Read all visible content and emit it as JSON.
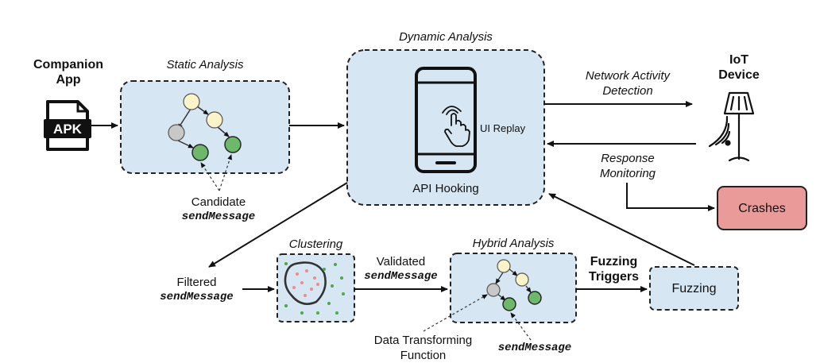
{
  "colors": {
    "box_fill": "#d6e6f2",
    "node_yellow": "#fdf3c8",
    "node_gray": "#c8c8c8",
    "node_green": "#6db86a",
    "crashes_fill": "#ea9a98",
    "dot_red": "#f08a8a",
    "dot_green": "#4fa54a"
  },
  "companion_app": {
    "title_line1": "Companion",
    "title_line2": "App",
    "file_label": "APK",
    "icon": "apk-file-icon"
  },
  "static_analysis": {
    "title": "Static Analysis"
  },
  "candidate": {
    "line1": "Candidate",
    "line2": "sendMessage"
  },
  "dynamic_analysis": {
    "title": "Dynamic Analysis",
    "ui_replay": "UI Replay",
    "api_hooking": "API Hooking",
    "icon": "smartphone-icon"
  },
  "network": {
    "line1": "Network Activity",
    "line2": "Detection"
  },
  "iot_device": {
    "line1": "IoT",
    "line2": "Device",
    "icon": "iot-lamp-icon"
  },
  "response": {
    "line1": "Response",
    "line2": "Monitoring"
  },
  "crashes": {
    "label": "Crashes"
  },
  "filtered": {
    "line1": "Filtered",
    "line2": "sendMessage"
  },
  "clustering": {
    "title": "Clustering"
  },
  "validated": {
    "line1": "Validated",
    "line2": "sendMessage"
  },
  "hybrid_analysis": {
    "title": "Hybrid Analysis"
  },
  "data_transforming": {
    "line1": "Data Transforming",
    "line2": "Function"
  },
  "hybrid_send": {
    "label": "sendMessage"
  },
  "fuzzing_triggers": {
    "line1": "Fuzzing",
    "line2": "Triggers"
  },
  "fuzzing": {
    "label": "Fuzzing"
  }
}
